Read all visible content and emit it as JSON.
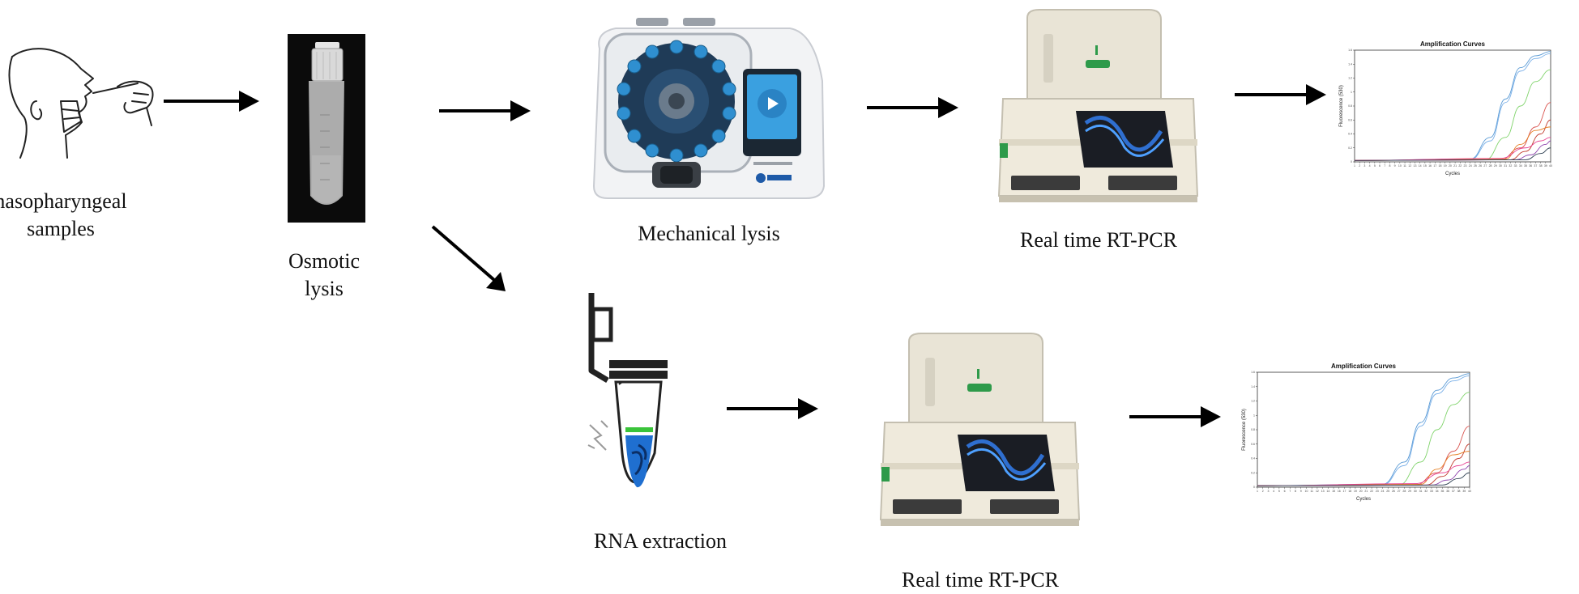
{
  "labels": {
    "nasopharyngeal": [
      "nasopharyngeal",
      "samples"
    ],
    "osmotic": [
      "Osmotic",
      "lysis"
    ],
    "mechanical": "Mechanical lysis",
    "rtpcr_top": "Real time RT-PCR",
    "rna": "RNA extraction",
    "rtpcr_bottom": "Real time RT-PCR"
  },
  "chart_data": [
    {
      "type": "line",
      "title": "Amplification Curves",
      "xlabel": "Cycles",
      "ylabel": "Fluorescence (530)",
      "xlim": [
        1,
        40
      ],
      "ylim": [
        0,
        1.6
      ],
      "series": [
        {
          "color": "#5b9bd5",
          "values": [
            [
              1,
              0.02
            ],
            [
              24,
              0.04
            ],
            [
              28,
              0.35
            ],
            [
              31,
              0.9
            ],
            [
              34,
              1.35
            ],
            [
              37,
              1.52
            ],
            [
              40,
              1.58
            ]
          ]
        },
        {
          "color": "#7bb0e8",
          "values": [
            [
              1,
              0.02
            ],
            [
              24,
              0.03
            ],
            [
              28,
              0.3
            ],
            [
              31,
              0.85
            ],
            [
              34,
              1.3
            ],
            [
              37,
              1.48
            ],
            [
              40,
              1.55
            ]
          ]
        },
        {
          "color": "#7fd36a",
          "values": [
            [
              1,
              0.02
            ],
            [
              27,
              0.03
            ],
            [
              31,
              0.35
            ],
            [
              34,
              0.8
            ],
            [
              37,
              1.15
            ],
            [
              40,
              1.32
            ]
          ]
        },
        {
          "color": "#d9534f",
          "values": [
            [
              1,
              0.02
            ],
            [
              30,
              0.03
            ],
            [
              34,
              0.2
            ],
            [
              37,
              0.5
            ],
            [
              40,
              0.85
            ]
          ]
        },
        {
          "color": "#c0392b",
          "values": [
            [
              1,
              0.02
            ],
            [
              32,
              0.03
            ],
            [
              35,
              0.15
            ],
            [
              38,
              0.4
            ],
            [
              40,
              0.6
            ]
          ]
        },
        {
          "color": "#e67e22",
          "values": [
            [
              1,
              0.02
            ],
            [
              31,
              0.04
            ],
            [
              34,
              0.25
            ],
            [
              37,
              0.45
            ],
            [
              40,
              0.5
            ]
          ]
        },
        {
          "color": "#8e44ad",
          "values": [
            [
              1,
              0.02
            ],
            [
              33,
              0.03
            ],
            [
              36,
              0.1
            ],
            [
              39,
              0.25
            ],
            [
              40,
              0.3
            ]
          ]
        },
        {
          "color": "#e84393",
          "values": [
            [
              1,
              0.02
            ],
            [
              30,
              0.05
            ],
            [
              35,
              0.2
            ],
            [
              38,
              0.3
            ],
            [
              40,
              0.35
            ]
          ]
        },
        {
          "color": "#2c3e50",
          "values": [
            [
              1,
              0.02
            ],
            [
              35,
              0.03
            ],
            [
              38,
              0.12
            ],
            [
              40,
              0.2
            ]
          ]
        }
      ]
    }
  ]
}
